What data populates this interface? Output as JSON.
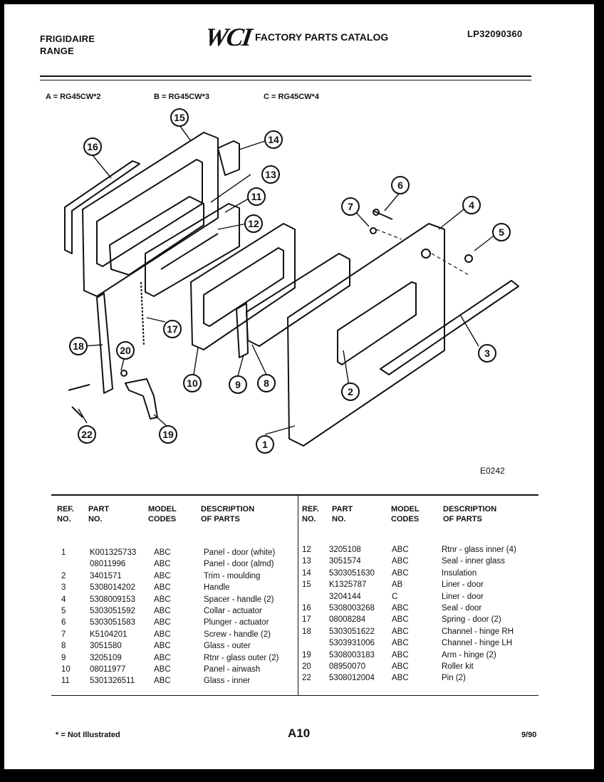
{
  "header": {
    "brand": "FRIGIDAIRE",
    "product": "RANGE",
    "logo_text": "WCI",
    "catalog_title": "FACTORY PARTS CATALOG",
    "catalog_number": "LP32090360"
  },
  "models": {
    "a": "A = RG45CW*2",
    "b": "B = RG45CW*3",
    "c": "C = RG45CW*4"
  },
  "diagram": {
    "code": "E0242",
    "callouts": [
      "1",
      "2",
      "3",
      "4",
      "5",
      "6",
      "7",
      "8",
      "9",
      "10",
      "11",
      "12",
      "13",
      "14",
      "15",
      "16",
      "17",
      "18",
      "19",
      "20",
      "22"
    ]
  },
  "table": {
    "headers": {
      "ref": "REF. NO.",
      "part": "PART NO.",
      "model": "MODEL CODES",
      "desc": "DESCRIPTION OF PARTS"
    },
    "left_rows": [
      {
        "ref": "1",
        "part": "K001325733",
        "model": "ABC",
        "desc": "Panel - door (white)"
      },
      {
        "ref": "",
        "part": "08011996",
        "model": "ABC",
        "desc": "Panel - door (almd)"
      },
      {
        "ref": "2",
        "part": "3401571",
        "model": "ABC",
        "desc": "Trim - moulding"
      },
      {
        "ref": "3",
        "part": "5308014202",
        "model": "ABC",
        "desc": "Handle"
      },
      {
        "ref": "4",
        "part": "5308009153",
        "model": "ABC",
        "desc": "Spacer - handle (2)"
      },
      {
        "ref": "5",
        "part": "5303051592",
        "model": "ABC",
        "desc": "Collar - actuator"
      },
      {
        "ref": "6",
        "part": "5303051583",
        "model": "ABC",
        "desc": "Plunger - actuator"
      },
      {
        "ref": "7",
        "part": "K5104201",
        "model": "ABC",
        "desc": "Screw - handle (2)"
      },
      {
        "ref": "8",
        "part": "3051580",
        "model": "ABC",
        "desc": "Glass - outer"
      },
      {
        "ref": "9",
        "part": "3205109",
        "model": "ABC",
        "desc": "Rtnr - glass outer (2)"
      },
      {
        "ref": "10",
        "part": "08011977",
        "model": "ABC",
        "desc": "Panel - airwash"
      },
      {
        "ref": "11",
        "part": "5301326511",
        "model": "ABC",
        "desc": "Glass - inner"
      }
    ],
    "right_rows": [
      {
        "ref": "12",
        "part": "3205108",
        "model": "ABC",
        "desc": "Rtnr - glass inner (4)"
      },
      {
        "ref": "13",
        "part": "3051574",
        "model": "ABC",
        "desc": "Seal - inner glass"
      },
      {
        "ref": "14",
        "part": "5303051630",
        "model": "ABC",
        "desc": "Insulation"
      },
      {
        "ref": "15",
        "part": "K1325787",
        "model": "AB",
        "desc": "Liner - door"
      },
      {
        "ref": "",
        "part": "3204144",
        "model": "C",
        "desc": "Liner - door"
      },
      {
        "ref": "16",
        "part": "5308003268",
        "model": "ABC",
        "desc": "Seal - door"
      },
      {
        "ref": "17",
        "part": "08008284",
        "model": "ABC",
        "desc": "Spring - door (2)"
      },
      {
        "ref": "18",
        "part": "5303051622",
        "model": "ABC",
        "desc": "Channel - hinge RH"
      },
      {
        "ref": "",
        "part": "5303931006",
        "model": "ABC",
        "desc": "Channel - hinge LH"
      },
      {
        "ref": "19",
        "part": "5308003183",
        "model": "ABC",
        "desc": "Arm - hinge (2)"
      },
      {
        "ref": "20",
        "part": "08950070",
        "model": "ABC",
        "desc": "Roller kit"
      },
      {
        "ref": "22",
        "part": "5308012004",
        "model": "ABC",
        "desc": "Pin (2)"
      }
    ]
  },
  "footer": {
    "note": "* = Not Illustrated",
    "page": "A10",
    "date": "9/90"
  }
}
